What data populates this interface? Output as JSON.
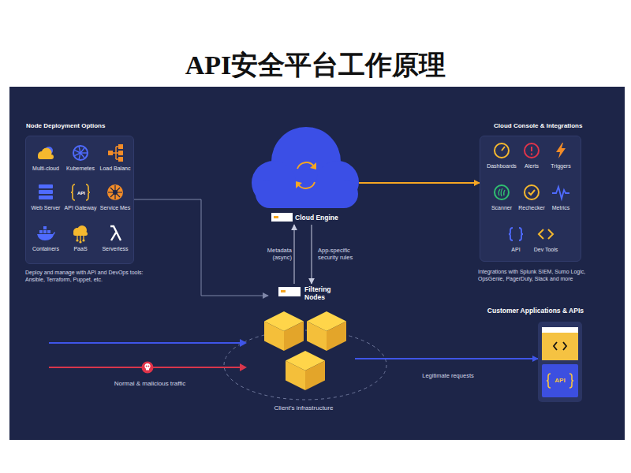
{
  "diagram": {
    "title": "API安全平台工作原理",
    "nodes": [
      {
        "text": [
          "Node Deployment Options"
        ]
      },
      {
        "text": [
          "Multi-cloud"
        ],
        "in": 0
      },
      {
        "text": [
          "Kubernetes"
        ],
        "in": 0
      },
      {
        "text": [
          "Load Balanc"
        ],
        "in": 0
      },
      {
        "text": [
          "Web Server"
        ],
        "in": 0
      },
      {
        "text": [
          "API Gateway"
        ],
        "in": 0
      },
      {
        "text": [
          "Service Mes"
        ],
        "in": 0
      },
      {
        "text": [
          "Containers"
        ],
        "in": 0
      },
      {
        "text": [
          "PaaS"
        ],
        "in": 0
      },
      {
        "text": [
          "Serverless"
        ],
        "in": 0
      },
      {
        "text": [
          "Cloud Engine"
        ]
      },
      {
        "text": [
          "Cloud Console & Integrations"
        ]
      },
      {
        "text": [
          "Dashboards"
        ],
        "in": 11
      },
      {
        "text": [
          "Alerts"
        ],
        "in": 11
      },
      {
        "text": [
          "Triggers"
        ],
        "in": 11
      },
      {
        "text": [
          "Scanner"
        ],
        "in": 11
      },
      {
        "text": [
          "Rechecker"
        ],
        "in": 11
      },
      {
        "text": [
          "Metrics"
        ],
        "in": 11
      },
      {
        "text": [
          "API"
        ],
        "in": 11
      },
      {
        "text": [
          "Dev Tools"
        ],
        "in": 11
      },
      {
        "text": [
          "Filtering Nodes"
        ]
      },
      {
        "text": [
          "Customer Applications & APIs"
        ]
      },
      {
        "text": [
          "API"
        ],
        "in": 21
      }
    ],
    "edges": [
      {
        "from": 10,
        "to": 11,
        "arrow": "to"
      },
      {
        "from": 20,
        "to": 10,
        "label": "Metadata (async)",
        "arrow": "to"
      },
      {
        "from": 10,
        "to": 20,
        "label": "App-specific security rules",
        "arrow": "to"
      },
      {
        "from": 0,
        "to": 20,
        "arrow": "to"
      },
      {
        "from": 20,
        "to": 21,
        "label": "Legitimate requests",
        "arrow": "to"
      }
    ],
    "labels": [
      "API",
      "Deploy and manage with API and DevOps tools: Ansible, Terraform, Puppet, etc.",
      "Integrations with Splunk SIEM, Sumo Logic, OpsGenie, PagerDuty, Slack and more",
      "Normal & malicious traffic",
      "Client's infrastructure"
    ]
  }
}
